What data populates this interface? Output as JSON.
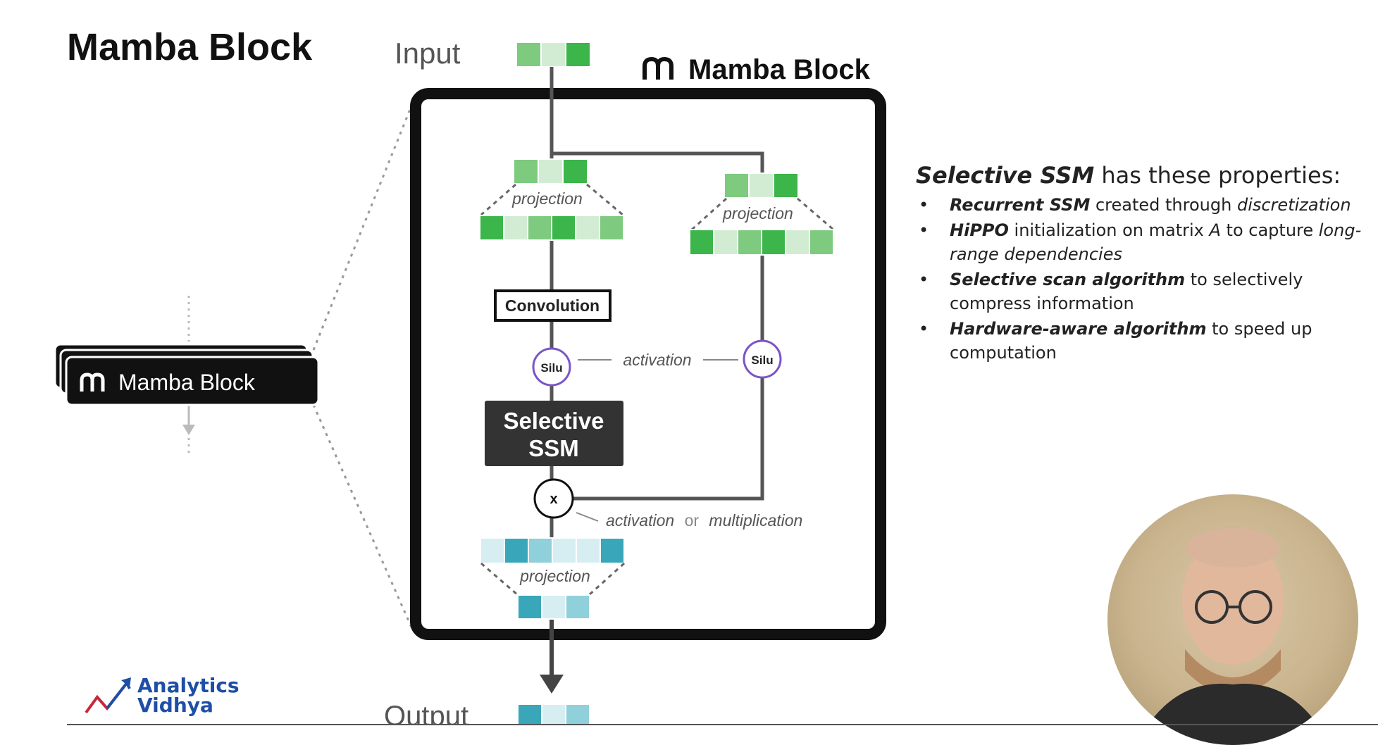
{
  "slide": {
    "title": "Mamba Block"
  },
  "diagram": {
    "input_label": "Input",
    "output_label": "Output",
    "block_title": "Mamba Block",
    "stack_label": "Mamba Block",
    "projection_left": "projection",
    "projection_right": "projection",
    "projection_bottom": "projection",
    "convolution": "Convolution",
    "silu_left": "Silu",
    "silu_right": "Silu",
    "activation_label": "activation",
    "ssm_line1": "Selective",
    "ssm_line2": "SSM",
    "multiply_symbol": "x",
    "mult_activation": "activation",
    "mult_or": "or",
    "mult_multiplication": "multiplication",
    "colors": {
      "green_dark": "#3cb54a",
      "green_mid": "#7ecb80",
      "green_light": "#d2ecd4",
      "teal_dark": "#3aa6b9",
      "teal_mid": "#8fd0da",
      "teal_light": "#d6eef2",
      "silu_ring": "#7a55c7"
    },
    "input_cells": [
      "green_mid",
      "green_light",
      "green_dark"
    ],
    "proj_left_top_cells": [
      "green_mid",
      "green_light",
      "green_dark"
    ],
    "proj_left_bottom_cells": [
      "green_dark",
      "green_light",
      "green_mid",
      "green_dark",
      "green_light",
      "green_mid"
    ],
    "proj_right_top_cells": [
      "green_mid",
      "green_light",
      "green_dark"
    ],
    "proj_right_bottom_cells": [
      "green_dark",
      "green_light",
      "green_mid",
      "green_dark",
      "green_light",
      "green_mid"
    ],
    "proj_bottom_top_cells": [
      "teal_light",
      "teal_dark",
      "teal_mid",
      "teal_light",
      "teal_light",
      "teal_dark"
    ],
    "proj_bottom_bottom_cells": [
      "teal_dark",
      "teal_light",
      "teal_mid"
    ],
    "output_cells": [
      "teal_dark",
      "teal_light",
      "teal_mid"
    ]
  },
  "properties": {
    "heading_bold": "Selective SSM",
    "heading_rest": " has these properties:",
    "items": [
      {
        "bold": "Recurrent SSM",
        "text": " created through ",
        "italic": "discretization",
        "tail": ""
      },
      {
        "bold": "HiPPO",
        "text": " initialization on matrix ",
        "italic": "A",
        "tail": " to capture ",
        "italic2": "long-range dependencies"
      },
      {
        "bold": "Selective scan algorithm",
        "text": " to selectively compress information",
        "italic": "",
        "tail": ""
      },
      {
        "bold": "Hardware-aware algorithm",
        "text": " to speed up computation",
        "italic": "",
        "tail": ""
      }
    ]
  },
  "logo": {
    "line1": "Analytics",
    "line2": "Vidhya"
  }
}
